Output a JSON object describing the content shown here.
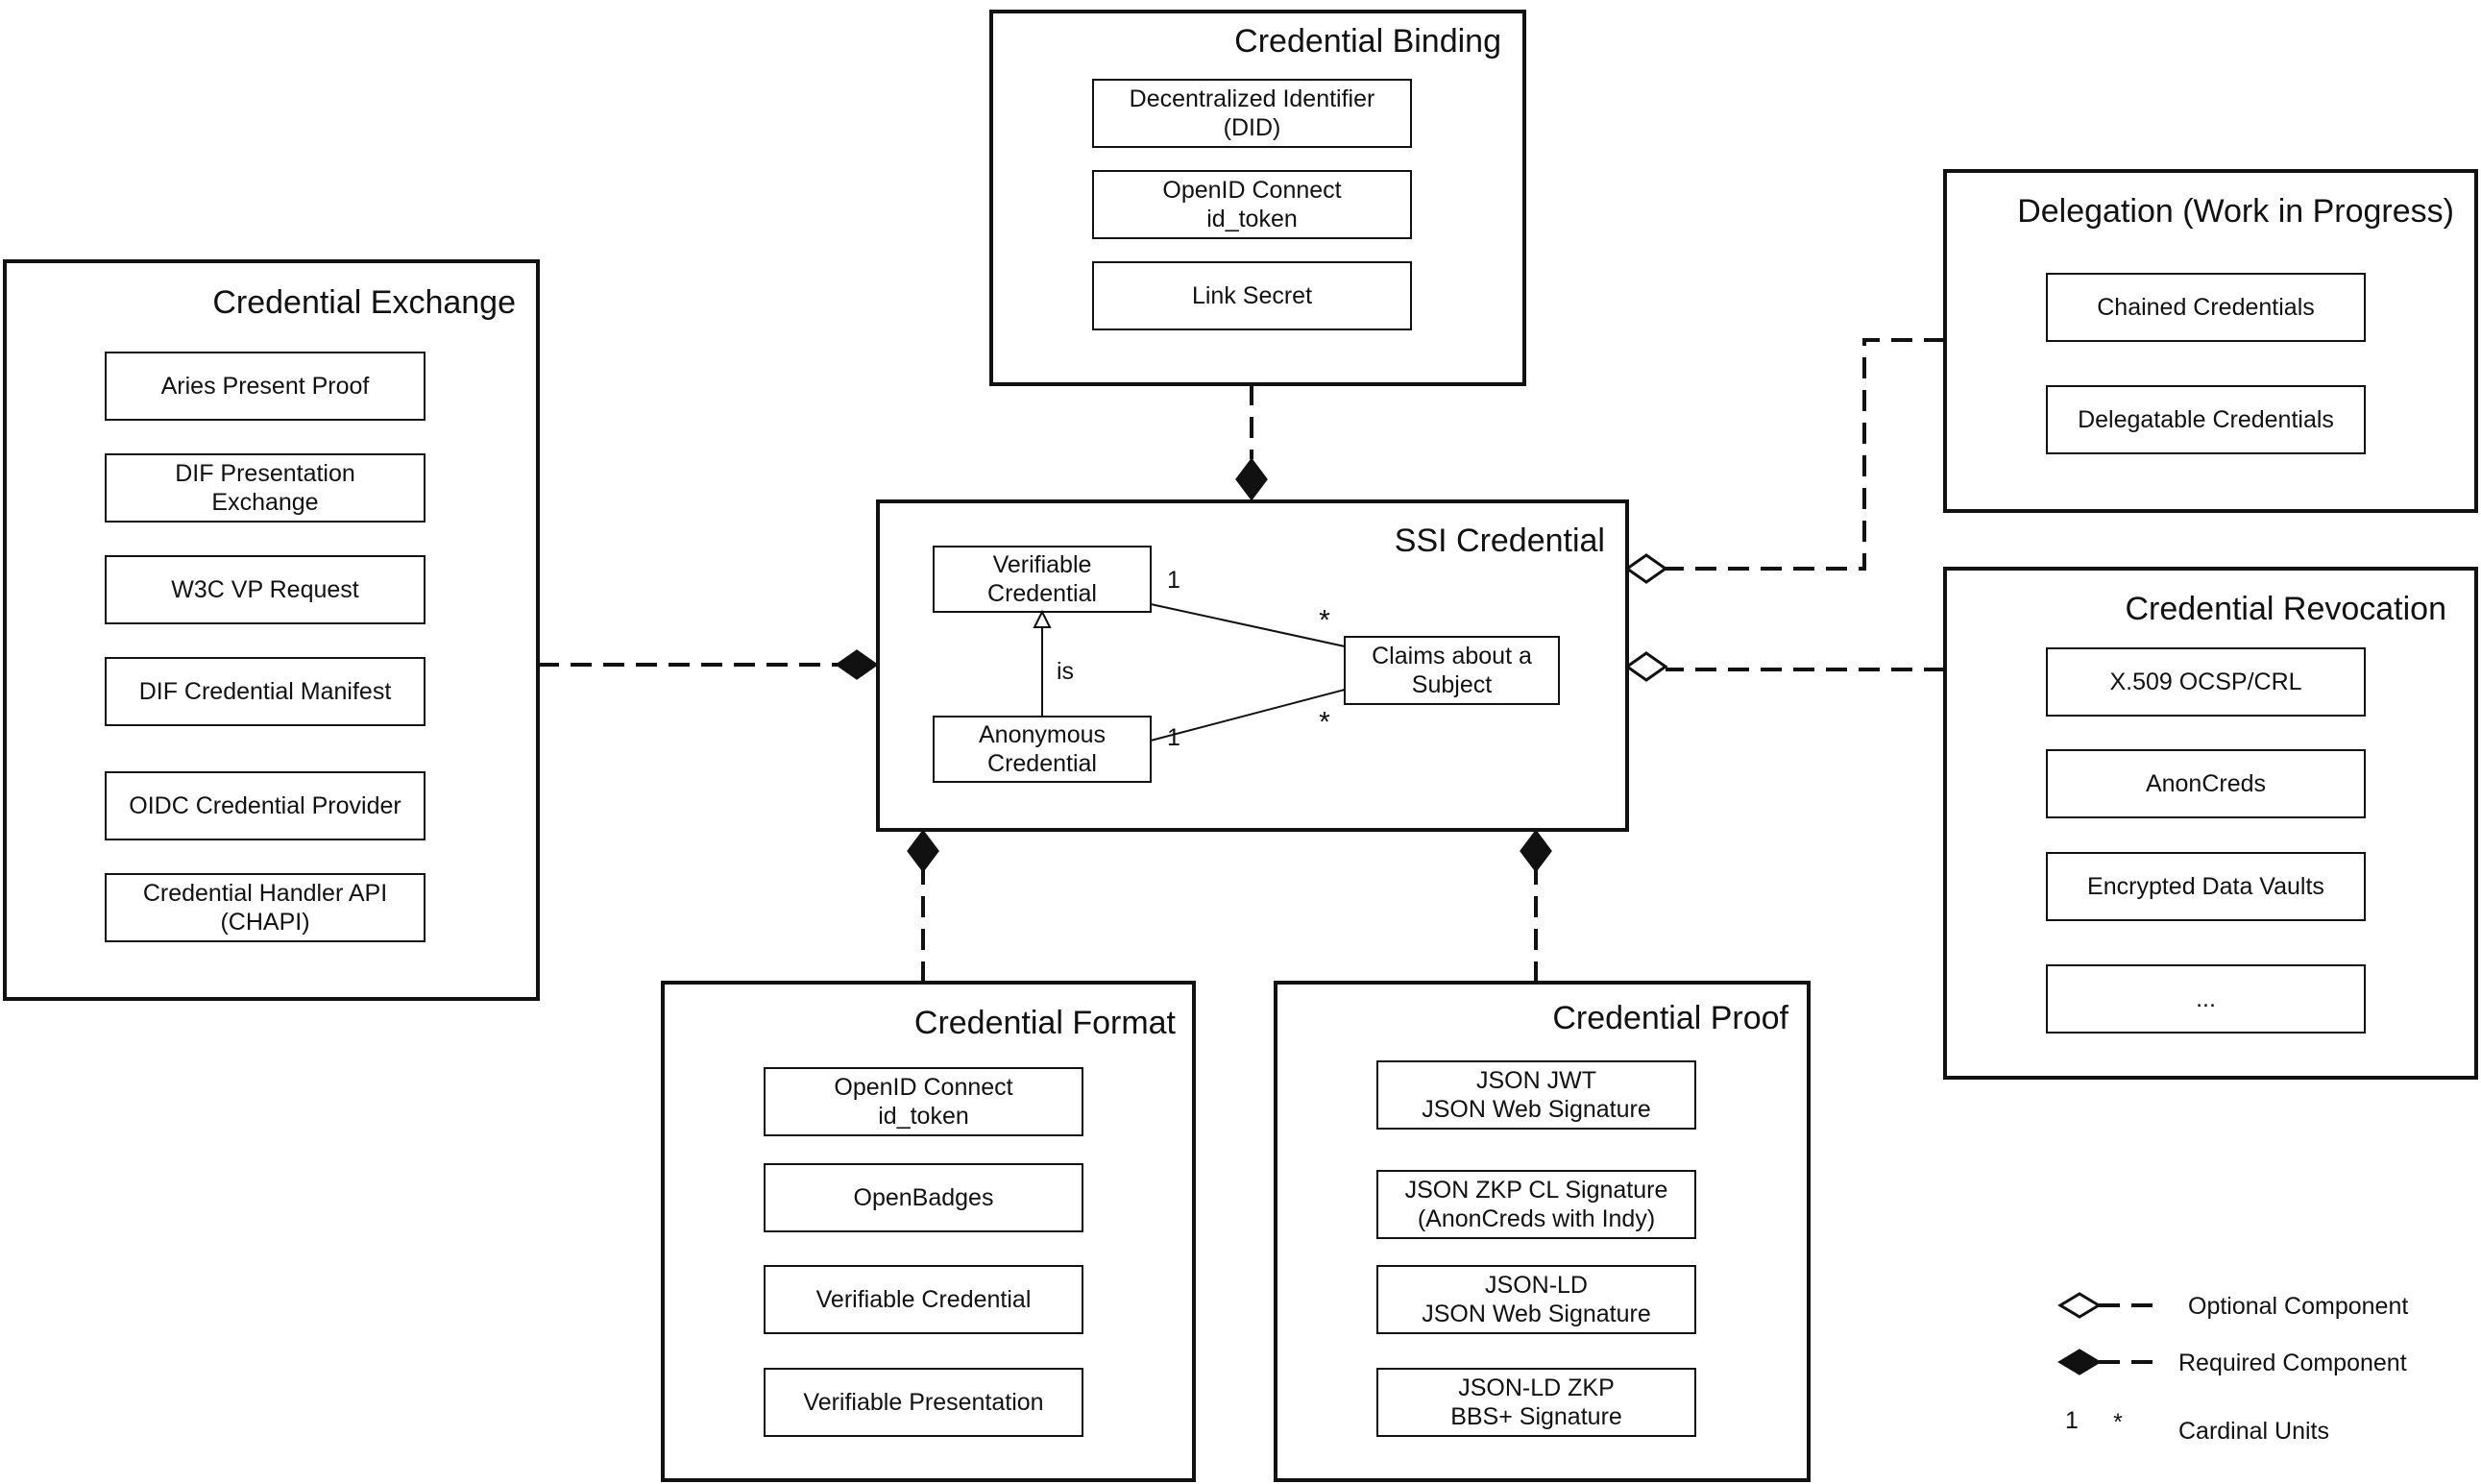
{
  "panels": {
    "exchange": {
      "title": "Credential Exchange",
      "items": [
        [
          "Aries Present Proof"
        ],
        [
          "DIF Presentation",
          "Exchange"
        ],
        [
          "W3C VP Request"
        ],
        [
          "DIF Credential Manifest"
        ],
        [
          "OIDC Credential Provider"
        ],
        [
          "Credential Handler API",
          "(CHAPI)"
        ]
      ]
    },
    "binding": {
      "title": "Credential Binding",
      "items": [
        [
          "Decentralized Identifier",
          "(DID)"
        ],
        [
          "OpenID Connect",
          "id_token"
        ],
        [
          "Link Secret"
        ]
      ]
    },
    "delegation": {
      "title": "Delegation (Work in Progress)",
      "items": [
        [
          "Chained Credentials"
        ],
        [
          "Delegatable Credentials"
        ]
      ]
    },
    "revocation": {
      "title": "Credential Revocation",
      "items": [
        [
          "X.509 OCSP/CRL"
        ],
        [
          "AnonCreds"
        ],
        [
          "Encrypted Data Vaults"
        ],
        [
          "..."
        ]
      ]
    },
    "format": {
      "title": "Credential Format",
      "items": [
        [
          "OpenID Connect",
          "id_token"
        ],
        [
          "OpenBadges"
        ],
        [
          "Verifiable Credential"
        ],
        [
          "Verifiable Presentation"
        ]
      ]
    },
    "proof": {
      "title": "Credential Proof",
      "items": [
        [
          "JSON JWT",
          "JSON Web Signature"
        ],
        [
          "JSON ZKP CL Signature",
          "(AnonCreds with Indy)"
        ],
        [
          "JSON-LD",
          "JSON Web Signature"
        ],
        [
          "JSON-LD ZKP",
          "BBS+ Signature"
        ]
      ]
    }
  },
  "ssi": {
    "title": "SSI Credential",
    "verifiable": [
      "Verifiable",
      "Credential"
    ],
    "anonymous": [
      "Anonymous",
      "Credential"
    ],
    "claims": [
      "Claims about a",
      "Subject"
    ],
    "is_label": "is",
    "mult_one": "1",
    "mult_many": "*"
  },
  "legend": {
    "optional": "Optional Component",
    "required": "Required Component",
    "cardinal_one": "1",
    "cardinal_many": "*",
    "cardinal": "Cardinal Units"
  }
}
